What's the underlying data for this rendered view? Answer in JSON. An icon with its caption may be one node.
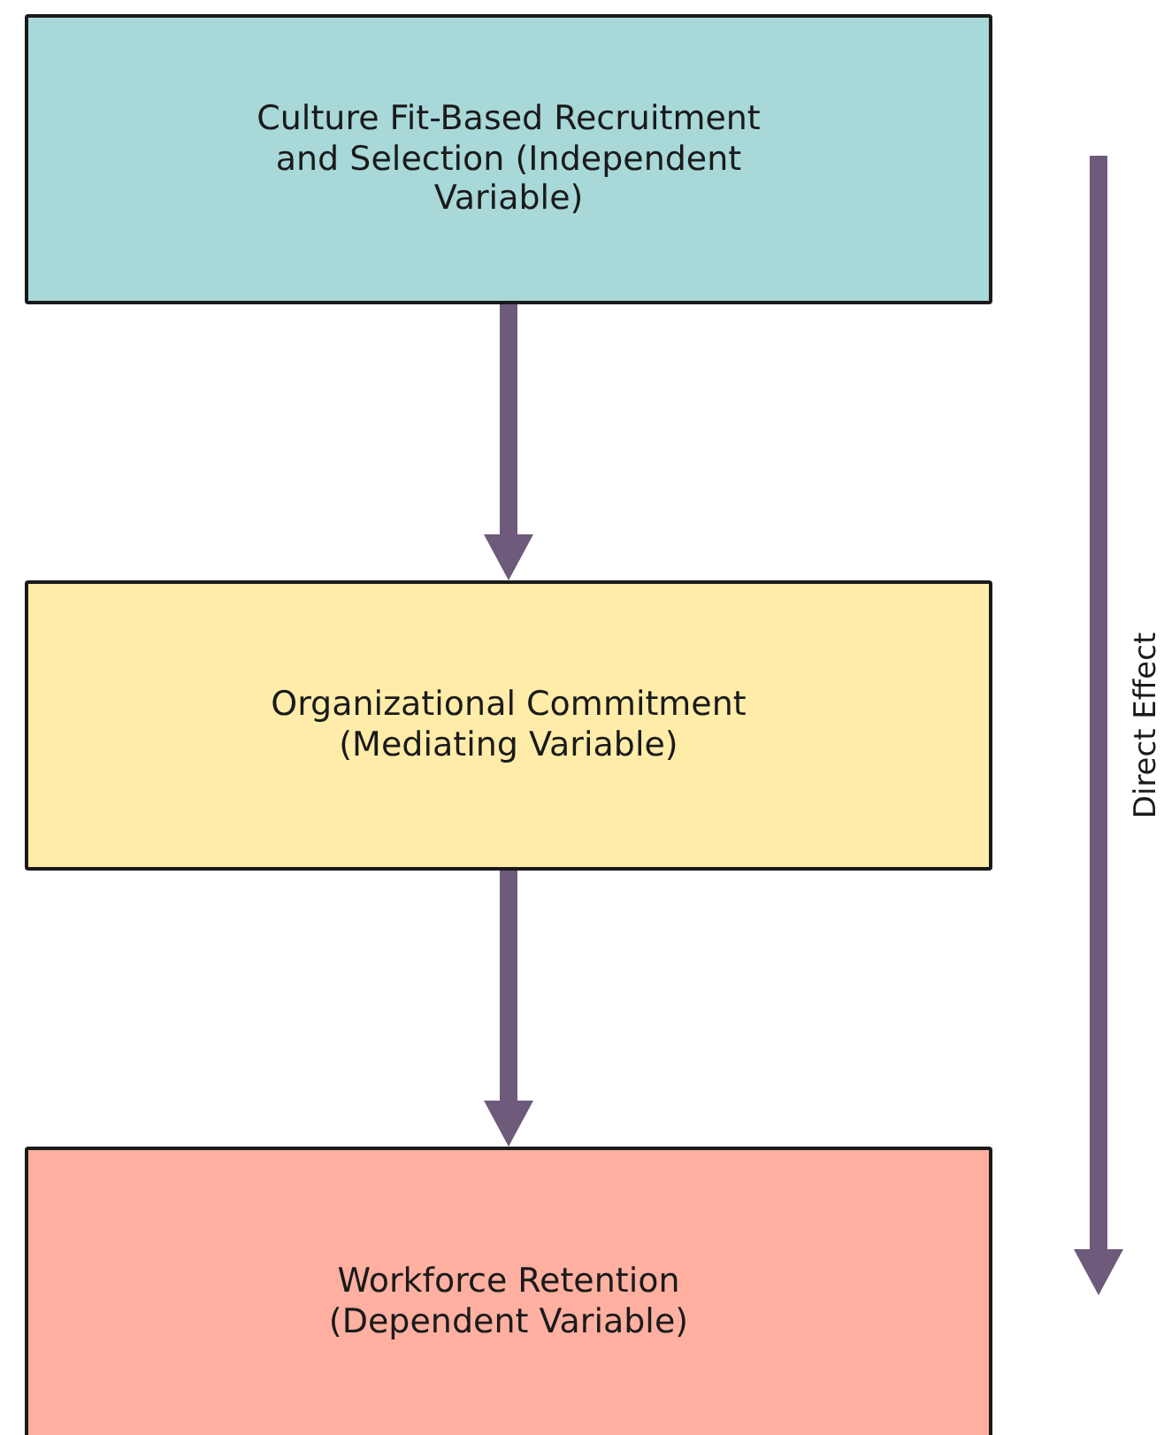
{
  "diagram": {
    "nodes": [
      {
        "text": [
          "Culture Fit-Based Recruitment and Selection (Independent Variable)"
        ]
      },
      {
        "text": [
          "Organizational Commitment (Mediating Variable)"
        ]
      },
      {
        "text": [
          "Workforce Retention (Dependent Variable)"
        ]
      }
    ],
    "edges": [
      {
        "from": 0,
        "to": 1,
        "arrow": "to",
        "style": "thick"
      },
      {
        "from": 1,
        "to": 2,
        "arrow": "to",
        "style": "thick"
      }
    ],
    "labels": [
      "Direct Effect"
    ]
  }
}
